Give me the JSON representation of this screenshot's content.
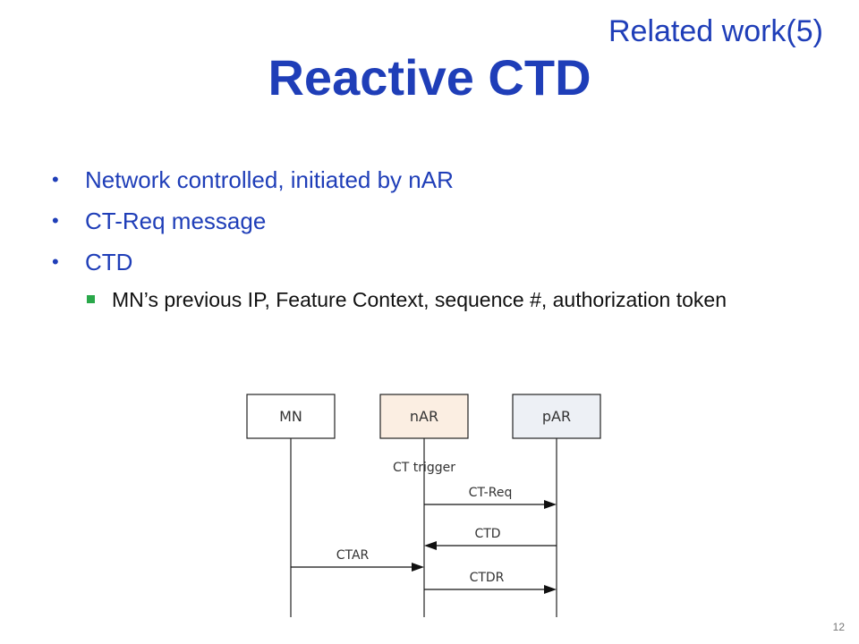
{
  "corner_title": "Related work(5)",
  "title": "Reactive CTD",
  "bullets": [
    {
      "text": "Network controlled, initiated by nAR"
    },
    {
      "text": "CT-Req message"
    },
    {
      "text": "CTD"
    }
  ],
  "sub_bullet": "MN’s previous IP, Feature Context, sequence #, authorization token",
  "diagram": {
    "entities": [
      {
        "label": "MN",
        "fill": "#ffffff"
      },
      {
        "label": "nAR",
        "fill": "#fbeee2"
      },
      {
        "label": "pAR",
        "fill": "#edf0f5"
      }
    ],
    "trigger_label": "CT trigger",
    "messages": [
      {
        "label": "CT-Req",
        "from": "nAR",
        "to": "pAR"
      },
      {
        "label": "CTD",
        "from": "pAR",
        "to": "nAR"
      },
      {
        "label": "CTAR",
        "from": "MN",
        "to": "nAR"
      },
      {
        "label": "CTDR",
        "from": "nAR",
        "to": "pAR"
      }
    ]
  },
  "page_number": "12",
  "colors": {
    "title": "#1f3eb8",
    "sub_bullet_marker": "#2aa84a"
  }
}
